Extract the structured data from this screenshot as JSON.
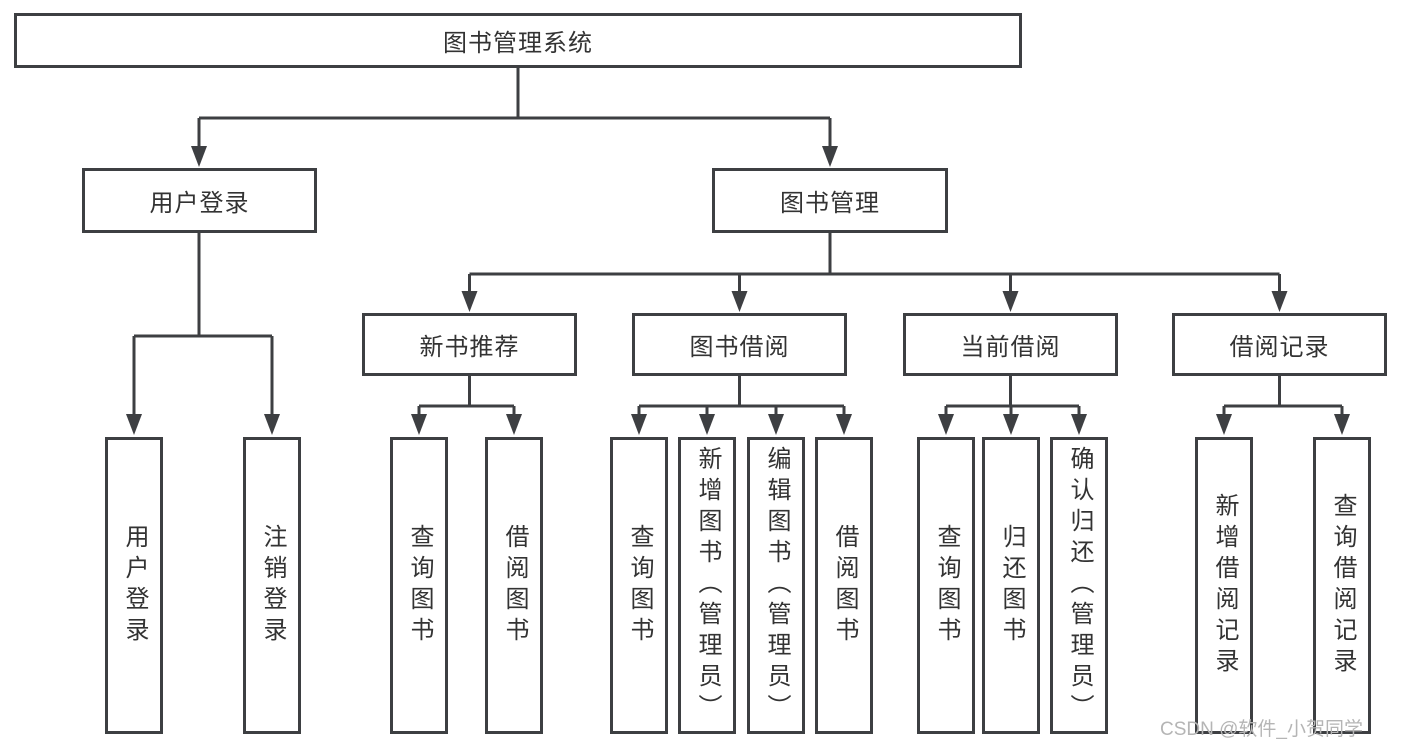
{
  "title": "图书管理系统",
  "nodes": {
    "userLogin": {
      "label": "用户登录",
      "leaves": [
        "用户登录",
        "注销登录"
      ]
    },
    "bookMgmt": {
      "label": "图书管理"
    },
    "newBooks": {
      "label": "新书推荐",
      "leaves": [
        "查询图书",
        "借阅图书"
      ]
    },
    "bookBorrow": {
      "label": "图书借阅",
      "leaves": [
        "查询图书",
        "新增图书（管理员）",
        "编辑图书（管理员）",
        "借阅图书"
      ]
    },
    "currentBorrow": {
      "label": "当前借阅",
      "leaves": [
        "查询图书",
        "归还图书",
        "确认归还（管理员）"
      ]
    },
    "borrowRecords": {
      "label": "借阅记录",
      "leaves": [
        "新增借阅记录",
        "查询借阅记录"
      ]
    }
  },
  "watermark": "CSDN @软件_小贺同学",
  "colors": {
    "line": "#3d3f42",
    "text": "#333333",
    "watermark": "#b5b5b5",
    "background": "#ffffff"
  }
}
